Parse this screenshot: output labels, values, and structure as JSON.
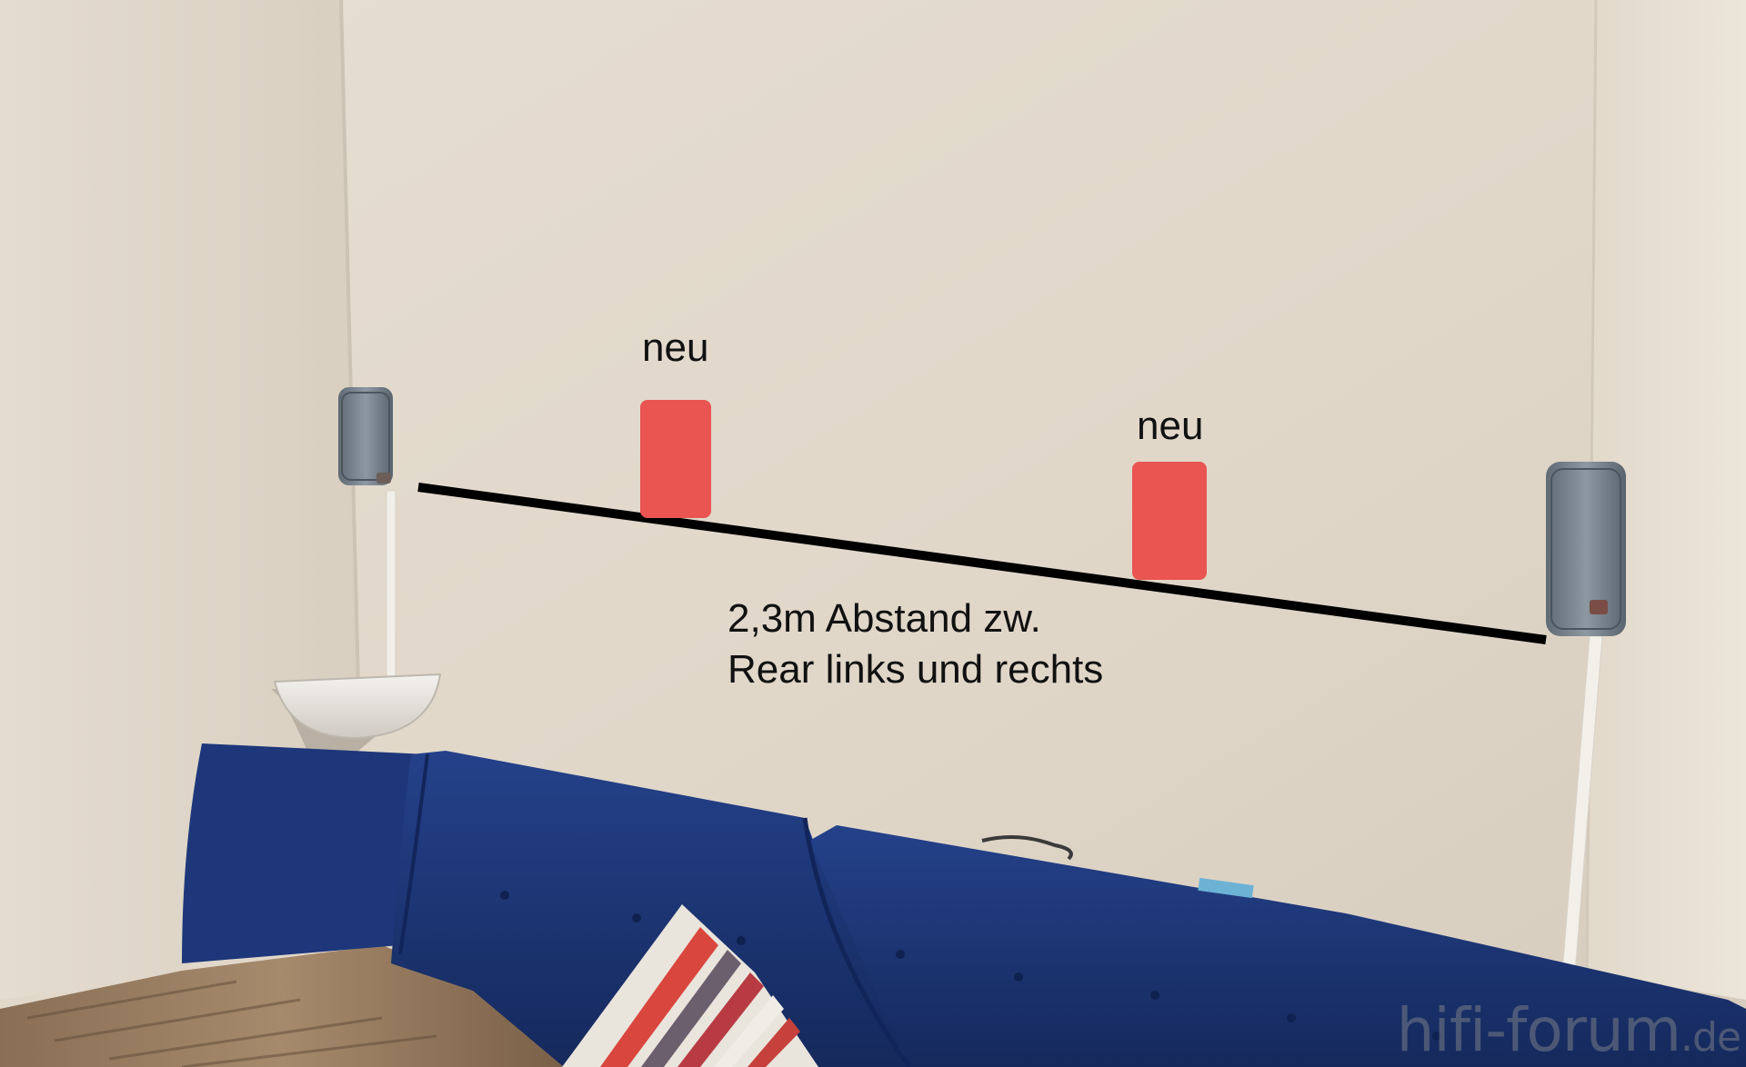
{
  "annotations": {
    "new_left_label": "neu",
    "new_right_label": "neu",
    "distance_line1": "2,3m Abstand zw.",
    "distance_line2": "Rear links und rechts"
  },
  "watermark": {
    "main": "hifi-forum",
    "tld": ".de"
  },
  "colors": {
    "marker_red": "#ea5552",
    "line_black": "#000000",
    "sofa_blue": "#1f3a7e",
    "speaker_gray": "#7f8a94",
    "wall": "#e4dccf"
  },
  "icons": [
    "speaker-rear-left-icon",
    "speaker-rear-right-icon",
    "marker-new-left-icon",
    "marker-new-right-icon",
    "wall-lamp-icon",
    "pillow-icon"
  ]
}
